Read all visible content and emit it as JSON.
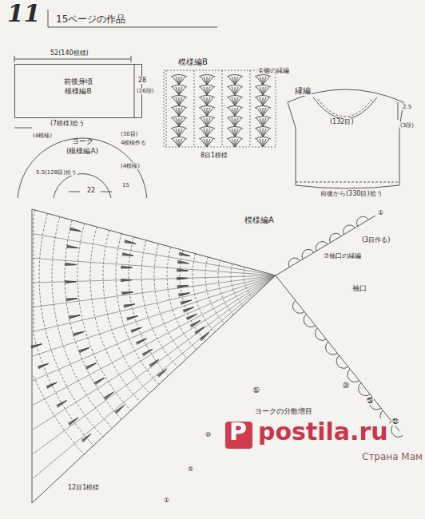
{
  "diagram": {
    "title": "15ページの作品",
    "nodes": [
      {
        "text": [
          "前後身頃",
          "模様編B"
        ]
      },
      {
        "text": [
          "ヨーク",
          "(模様編A)"
        ]
      }
    ],
    "labels": [
      "11",
      "52(140模様)",
      "28",
      "(26段)",
      "(7模様)拾う",
      "(30目)",
      "4模様作る",
      "(4模様)",
      "(4模様)",
      "5.5(128目)拾う",
      "22",
      "15",
      "模様編B",
      "①裾の縁編",
      "8目1模様",
      "縁編",
      "(132目)",
      "2.5",
      "(3段)",
      "前後から(330目)拾う",
      "模様編A",
      "①",
      "(3目作る)",
      "⑦袖口の縁編",
      "袖口",
      "ヨークの分散増目",
      "⑳",
      "㉕",
      "㉛",
      "⑮",
      "⑩",
      "⑤",
      "①",
      "12目1模様",
      "P",
      "postila.ru",
      "Страна Мам"
    ]
  }
}
